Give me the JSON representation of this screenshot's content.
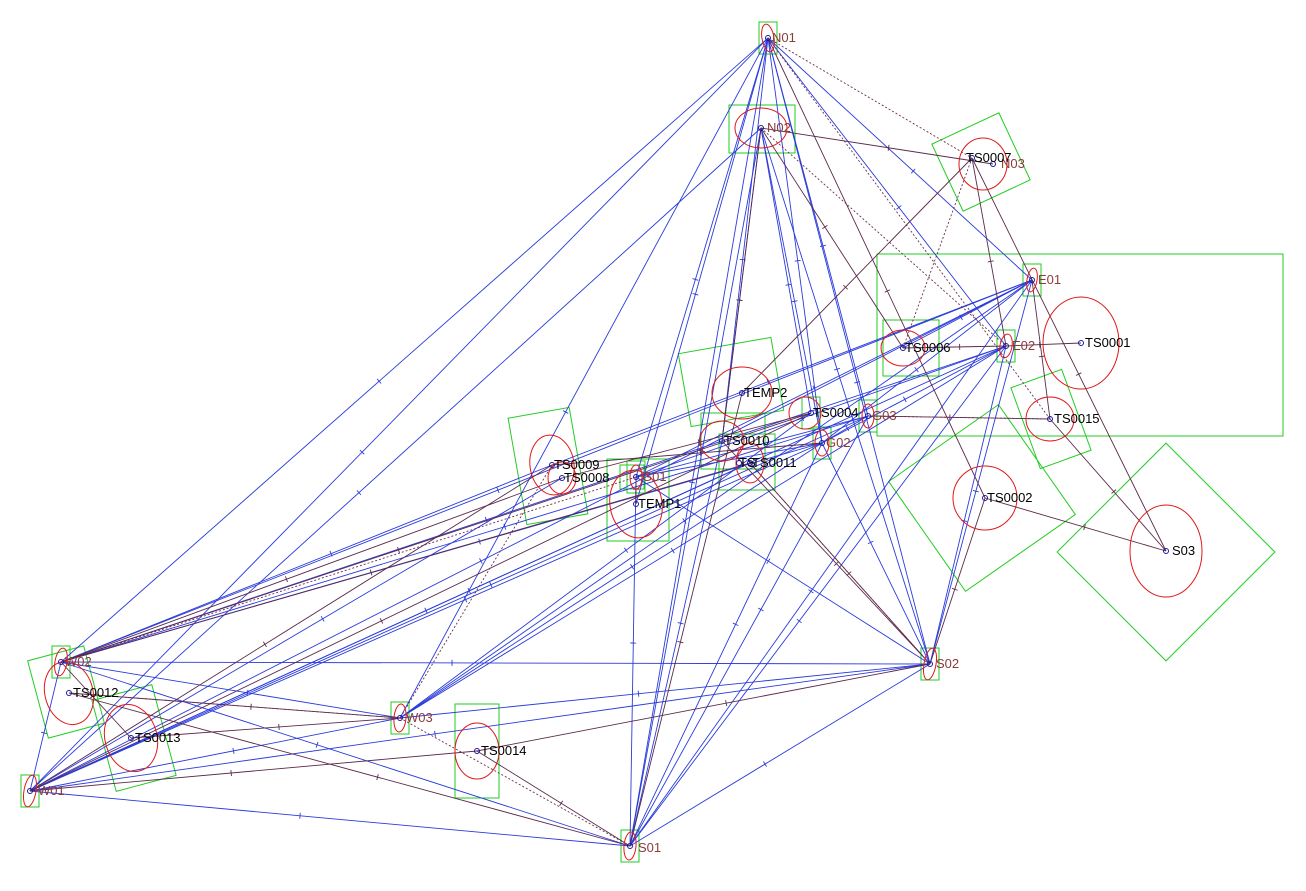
{
  "colors": {
    "observation_primary": "#2a3bdb",
    "observation_secondary": "#5b2a4a",
    "error_ellipse": "#e01818",
    "confidence_box": "#22cc22",
    "control_label": "#8b3a3a",
    "survey_label": "#000000"
  },
  "stations": [
    {
      "id": "N01",
      "label": "N01",
      "type": "control"
    },
    {
      "id": "N02",
      "label": "N02",
      "type": "control"
    },
    {
      "id": "N03",
      "label": "N03",
      "type": "control"
    },
    {
      "id": "TS0007",
      "label": "TS0007",
      "type": "survey"
    },
    {
      "id": "E01",
      "label": "E01",
      "type": "control"
    },
    {
      "id": "E02",
      "label": "E02",
      "type": "control"
    },
    {
      "id": "TS0001",
      "label": "TS0001",
      "type": "survey"
    },
    {
      "id": "TS0006",
      "label": "TS0006",
      "type": "survey"
    },
    {
      "id": "TEMP2",
      "label": "TEMP2",
      "type": "survey"
    },
    {
      "id": "TS0004",
      "label": "TS0004",
      "type": "survey"
    },
    {
      "id": "G03",
      "label": "G03",
      "type": "control"
    },
    {
      "id": "TS0015",
      "label": "TS0015",
      "type": "survey"
    },
    {
      "id": "TS0010",
      "label": "TS0010",
      "type": "survey"
    },
    {
      "id": "G02",
      "label": "G02",
      "type": "control"
    },
    {
      "id": "TS0011",
      "label": "TS0011",
      "type": "survey"
    },
    {
      "id": "TS",
      "label": "TS",
      "type": "survey"
    },
    {
      "id": "TS0009",
      "label": "TS0009",
      "type": "survey"
    },
    {
      "id": "G01",
      "label": "G01",
      "type": "control"
    },
    {
      "id": "TS0008",
      "label": "TS0008",
      "type": "survey"
    },
    {
      "id": "TEMP1",
      "label": "TEMP1",
      "type": "survey"
    },
    {
      "id": "TS0002",
      "label": "TS0002",
      "type": "survey"
    },
    {
      "id": "S03",
      "label": "S03",
      "type": "survey"
    },
    {
      "id": "S02",
      "label": "S02",
      "type": "control"
    },
    {
      "id": "W02",
      "label": "W02",
      "type": "control"
    },
    {
      "id": "TS0012",
      "label": "TS0012",
      "type": "survey"
    },
    {
      "id": "TS0013",
      "label": "TS0013",
      "type": "survey"
    },
    {
      "id": "W03",
      "label": "W03",
      "type": "control"
    },
    {
      "id": "TS0014",
      "label": "TS0014",
      "type": "survey"
    },
    {
      "id": "W01",
      "label": "W01",
      "type": "control"
    },
    {
      "id": "S01",
      "label": "S01",
      "type": "control"
    }
  ],
  "observations_primary": [
    [
      "N01",
      "W02"
    ],
    [
      "N01",
      "W01"
    ],
    [
      "N01",
      "S01"
    ],
    [
      "N01",
      "S02"
    ],
    [
      "N01",
      "E01"
    ],
    [
      "N01",
      "E02"
    ],
    [
      "N01",
      "G01"
    ],
    [
      "N01",
      "G02"
    ],
    [
      "N01",
      "G03"
    ],
    [
      "N01",
      "W03"
    ],
    [
      "N01",
      "TEMP1"
    ],
    [
      "N01",
      "TS0010"
    ],
    [
      "E01",
      "W02"
    ],
    [
      "E01",
      "W01"
    ],
    [
      "E01",
      "S01"
    ],
    [
      "E01",
      "S02"
    ],
    [
      "E01",
      "G01"
    ],
    [
      "E01",
      "G02"
    ],
    [
      "E01",
      "W03"
    ],
    [
      "E01",
      "TS0009"
    ],
    [
      "E01",
      "TS0006"
    ],
    [
      "E02",
      "W02"
    ],
    [
      "E02",
      "W01"
    ],
    [
      "E02",
      "S01"
    ],
    [
      "E02",
      "S02"
    ],
    [
      "E02",
      "G01"
    ],
    [
      "E02",
      "G02"
    ],
    [
      "E02",
      "W03"
    ],
    [
      "S02",
      "W02"
    ],
    [
      "S02",
      "W01"
    ],
    [
      "S02",
      "S01"
    ],
    [
      "S02",
      "W03"
    ],
    [
      "S02",
      "G01"
    ],
    [
      "S02",
      "G02"
    ],
    [
      "S02",
      "N02"
    ],
    [
      "S01",
      "W02"
    ],
    [
      "S01",
      "W01"
    ],
    [
      "S01",
      "G01"
    ],
    [
      "S01",
      "G02"
    ],
    [
      "S01",
      "G03"
    ],
    [
      "S01",
      "N02"
    ],
    [
      "S01",
      "TS0010"
    ],
    [
      "W02",
      "W01"
    ],
    [
      "W02",
      "W03"
    ],
    [
      "W02",
      "G02"
    ],
    [
      "W02",
      "G03"
    ],
    [
      "W02",
      "TS0009"
    ],
    [
      "W01",
      "W03"
    ],
    [
      "W01",
      "G02"
    ],
    [
      "W01",
      "G03"
    ],
    [
      "W01",
      "TS0008"
    ],
    [
      "W01",
      "TS0011"
    ],
    [
      "W03",
      "G02"
    ],
    [
      "W03",
      "TS0004"
    ],
    [
      "G01",
      "G02"
    ],
    [
      "G01",
      "G03"
    ],
    [
      "G02",
      "G03"
    ],
    [
      "N02",
      "TS0004"
    ],
    [
      "N02",
      "TS0010"
    ],
    [
      "N02",
      "G02"
    ],
    [
      "N02",
      "W01"
    ]
  ],
  "observations_secondary": [
    [
      "N02",
      "N03"
    ],
    [
      "N02",
      "TS0010"
    ],
    [
      "N01",
      "TS0002"
    ],
    [
      "TS0007",
      "E02"
    ],
    [
      "TS0007",
      "TEMP2"
    ],
    [
      "TS0007",
      "S03"
    ],
    [
      "E01",
      "TS0015"
    ],
    [
      "TS0001",
      "E02"
    ],
    [
      "TS0015",
      "G03"
    ],
    [
      "TS0015",
      "S03"
    ],
    [
      "TS0002",
      "S03"
    ],
    [
      "TS0002",
      "S02"
    ],
    [
      "TS0006",
      "N02"
    ],
    [
      "TS0006",
      "E02"
    ],
    [
      "TS0004",
      "W02"
    ],
    [
      "TS0004",
      "W01"
    ],
    [
      "TS0010",
      "S02"
    ],
    [
      "TS0011",
      "S02"
    ],
    [
      "TS0008",
      "W02"
    ],
    [
      "TS0009",
      "W01"
    ],
    [
      "TEMP1",
      "G01"
    ],
    [
      "TEMP2",
      "S01"
    ],
    [
      "TS0012",
      "W03"
    ],
    [
      "TS0012",
      "S01"
    ],
    [
      "TS0013",
      "W03"
    ],
    [
      "TS0013",
      "W02"
    ],
    [
      "TS0014",
      "S02"
    ],
    [
      "TS0014",
      "W01"
    ],
    [
      "TS0014",
      "S01"
    ],
    [
      "TS0008",
      "TS0004"
    ],
    [
      "TS0009",
      "G02"
    ],
    [
      "TS0011",
      "W02"
    ]
  ]
}
